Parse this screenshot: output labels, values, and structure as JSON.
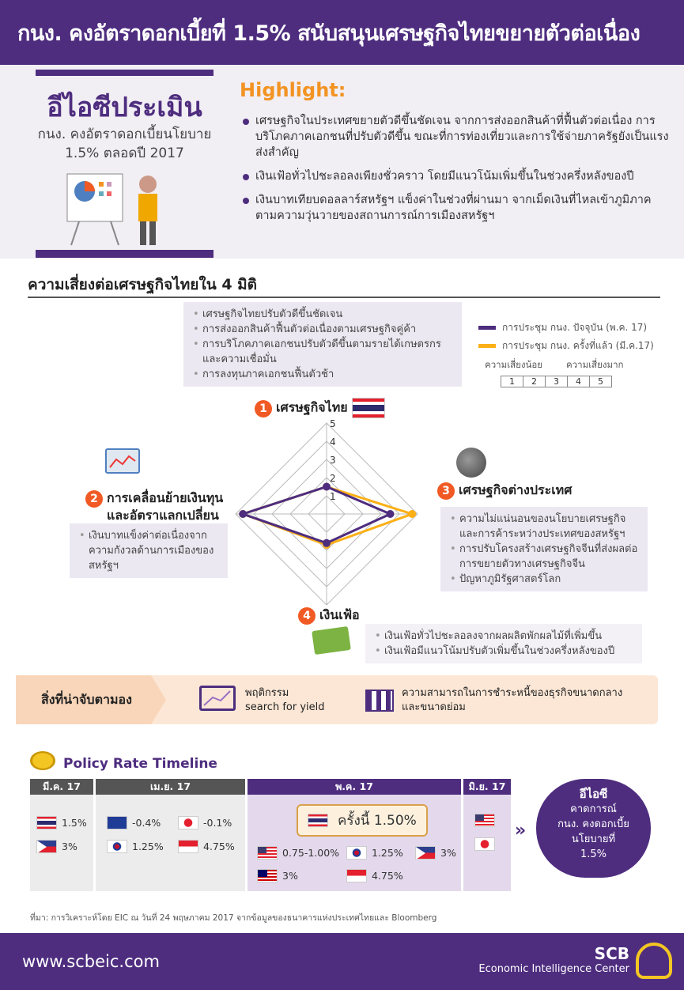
{
  "title": "กนง. คงอัตราดอกเบี้ยที่ 1.5% สนับสนุนเศรษฐกิจไทยขยายตัวต่อเนื่อง",
  "eic": {
    "heading": "อีไอซีประเมิน",
    "sub1": "กนง. คงอัตราดอกเบี้ยนโยบาย",
    "sub2": "1.5% ตลอดปี 2017"
  },
  "highlight": {
    "title": "Highlight:",
    "items": [
      "เศรษฐกิจในประเทศขยายตัวดีขึ้นชัดเจน จากการส่งออกสินค้าที่ฟื้นตัวต่อเนื่อง การบริโภคภาคเอกชนที่ปรับตัวดีขึ้น ขณะที่การท่องเที่ยวและการใช้จ่ายภาครัฐยังเป็นแรงส่งสำคัญ",
      "เงินเฟ้อทั่วไปชะลอลงเพียงชั่วคราว โดยมีแนวโน้มเพิ่มขึ้นในช่วงครึ่งหลังของปี",
      "เงินบาทเทียบดอลลาร์สหรัฐฯ แข็งค่าในช่วงที่ผ่านมา จากเม็ดเงินที่ไหลเข้าภูมิภาคตามความวุ่นวายของสถานการณ์การเมืองสหรัฐฯ"
    ]
  },
  "risk": {
    "title": "ความเสี่ยงต่อเศรษฐกิจไทยใน 4 มิติ",
    "thai": {
      "num": "1",
      "label": "เศรษฐกิจไทย",
      "items": [
        "เศรษฐกิจไทยปรับตัวดีขึ้นชัดเจน",
        "การส่งออกสินค้าฟื้นตัวต่อเนื่องตามเศรษฐกิจคู่ค้า",
        "การบริโภคภาคเอกชนปรับตัวดีขึ้นตามรายได้เกษตรกรและความเชื่อมั่น",
        "การลงทุนภาคเอกชนฟื้นตัวช้า"
      ]
    },
    "capital": {
      "num": "2",
      "label1": "การเคลื่อนย้ายเงินทุน",
      "label2": "และอัตราแลกเปลี่ยน",
      "items": [
        "เงินบาทแข็งค่าต่อเนื่องจากความกังวลด้านการเมืองของสหรัฐฯ"
      ]
    },
    "foreign": {
      "num": "3",
      "label": "เศรษฐกิจต่างประเทศ",
      "items": [
        "ความไม่แน่นอนของนโยบายเศรษฐกิจและการค้าระหว่างประเทศของสหรัฐฯ",
        "การปรับโครงสร้างเศรษฐกิจจีนที่ส่งผลต่อการขยายตัวทางเศรษฐกิจจีน",
        "ปัญหาภูมิรัฐศาสตร์โลก"
      ]
    },
    "inflation": {
      "num": "4",
      "label": "เงินเฟ้อ",
      "items": [
        "เงินเฟ้อทั่วไปชะลอลงจากผลผลิตพักผลไม้ที่เพิ่มขึ้น",
        "เงินเฟ้อมีแนวโน้มปรับตัวเพิ่มขึ้นในช่วงครึ่งหลังของปี"
      ]
    },
    "legend": {
      "current": "การประชุม กนง. ปัจจุบัน (พ.ค. 17)",
      "previous": "การประชุม กนง. ครั้งที่แล้ว (มี.ค.17)",
      "low": "ความเสี่ยงน้อย",
      "high": "ความเสี่ยงมาก",
      "scale": [
        "1",
        "2",
        "3",
        "4",
        "5"
      ]
    }
  },
  "chart_data": {
    "type": "radar",
    "axes": [
      "เศรษฐกิจไทย",
      "เศรษฐกิจต่างประเทศ",
      "เงินเฟ้อ",
      "การเคลื่อนย้ายเงินทุนและอัตราแลกเปลี่ยน"
    ],
    "range": [
      0,
      5
    ],
    "ticks": [
      "1",
      "2",
      "3",
      "4",
      "5"
    ],
    "series": [
      {
        "name": "การประชุม กนง. ปัจจุบัน (พ.ค. 17)",
        "color": "#4e2d7f",
        "values": [
          1.5,
          3.5,
          1.6,
          4.6
        ]
      },
      {
        "name": "การประชุม กนง. ครั้งที่แล้ว (มี.ค.17)",
        "color": "#fbb017",
        "values": [
          1.5,
          4.7,
          1.7,
          4.6
        ]
      }
    ]
  },
  "watch": {
    "label": "สิ่งที่น่าจับตามอง",
    "item1a": "พฤติกรรม",
    "item1b": "search for yield",
    "item2a": "ความสามารถในการชำระหนี้ของธุรกิจขนาดกลาง",
    "item2b": "และขนาดย่อม"
  },
  "timeline": {
    "title": "Policy Rate Timeline",
    "mar": {
      "label": "มี.ค. 17",
      "th": "1.5%",
      "ph": "3%"
    },
    "apr": {
      "label": "เม.ย. 17",
      "eu": "-0.4%",
      "jp": "-0.1%",
      "kr": "1.25%",
      "id": "4.75%"
    },
    "may": {
      "label": "พ.ค. 17",
      "th": "ครั้งนี้ 1.50%",
      "us": "0.75-1.00%",
      "kr": "1.25%",
      "ph": "3%",
      "my": "3%",
      "id": "4.75%"
    },
    "jun": {
      "label": "มิ.ย. 17"
    },
    "forecast": [
      "อีไอซี",
      "คาดการณ์",
      "กนง. คงดอกเบี้ย",
      "นโยบายที่",
      "1.5%"
    ]
  },
  "source": "ที่มา: การวิเคราะห์โดย EIC ณ วันที่ 24 พฤษภาคม 2017 จากข้อมูลของธนาคารแห่งประเทศไทยและ Bloomberg",
  "footer": {
    "url": "www.scbeic.com",
    "brand": "SCB",
    "org": "Economic Intelligence Center"
  }
}
